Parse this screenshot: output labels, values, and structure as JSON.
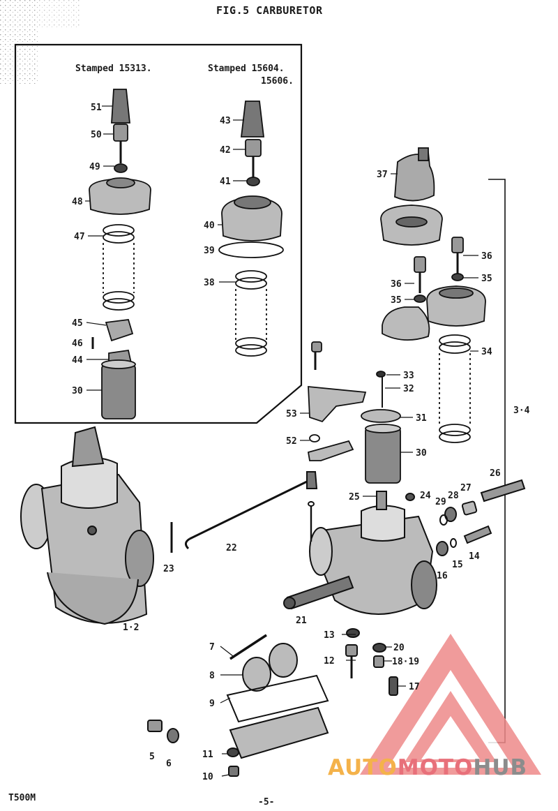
{
  "title": "FIG.5  CARBURETOR",
  "inset": {
    "stamp_left": "Stamped 15313.",
    "stamp_right_line1": "Stamped 15604.",
    "stamp_right_line2": "15606."
  },
  "labels": {
    "p51": "51",
    "p50": "50",
    "p49": "49",
    "p48": "48",
    "p47": "47",
    "p45": "45",
    "p46": "46",
    "p44": "44",
    "p30a": "30",
    "p43": "43",
    "p42": "42",
    "p41": "41",
    "p40": "40",
    "p39": "39",
    "p38": "38",
    "p37": "37",
    "p36a": "36",
    "p35a": "35",
    "p36b": "36",
    "p35b": "35",
    "p34": "34",
    "p33": "33",
    "p32": "32",
    "p31": "31",
    "p30b": "30",
    "p53": "53",
    "p52": "52",
    "p34r": "3·4",
    "p26": "26",
    "p27": "27",
    "p28": "28",
    "p29": "29",
    "p25": "25",
    "p24": "24",
    "p16": "16",
    "p15": "15",
    "p14": "14",
    "p22": "22",
    "p23": "23",
    "p12a": "1·2",
    "p21": "21",
    "p13": "13",
    "p20": "20",
    "p12": "12",
    "p1819": "18·19",
    "p17": "17",
    "p7": "7",
    "p8": "8",
    "p9": "9",
    "p5": "5",
    "p6": "6",
    "p11": "11",
    "p10": "10"
  },
  "footer": {
    "model": "T500M",
    "page": "-5-"
  },
  "watermark": {
    "part1": "AUTO",
    "part2": "MOTO",
    "part3": "HUB",
    "colors": {
      "orange": "#f4b24a",
      "red": "#e8707a",
      "gray": "#8c8c8c"
    }
  }
}
